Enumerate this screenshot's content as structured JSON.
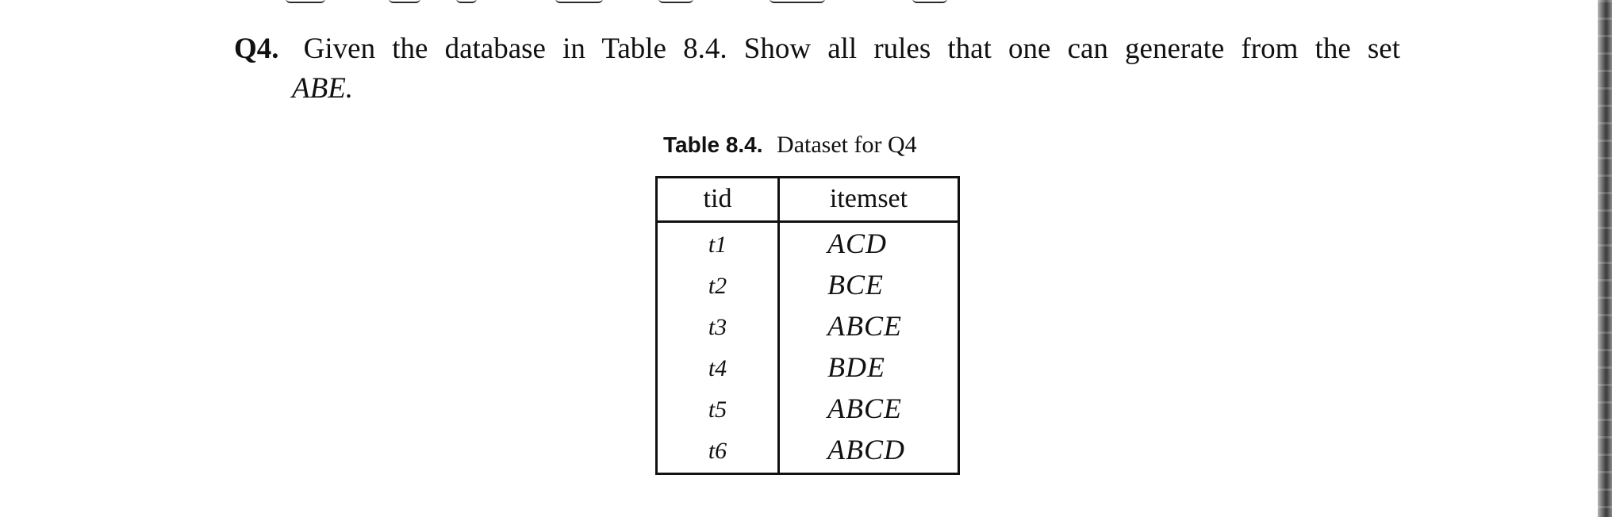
{
  "question": {
    "label": "Q4.",
    "text": "Given the database in Table 8.4. Show all rules that one can generate from the set",
    "continuation": "ABE."
  },
  "table": {
    "caption_label": "Table 8.4.",
    "caption_text": "Dataset for Q4",
    "headers": [
      "tid",
      "itemset"
    ],
    "rows": [
      {
        "tid": "t1",
        "itemset": "ACD"
      },
      {
        "tid": "t2",
        "itemset": "BCE"
      },
      {
        "tid": "t3",
        "itemset": "ABCE"
      },
      {
        "tid": "t4",
        "itemset": "BDE"
      },
      {
        "tid": "t5",
        "itemset": "ABCE"
      },
      {
        "tid": "t6",
        "itemset": "ABCD"
      }
    ]
  }
}
